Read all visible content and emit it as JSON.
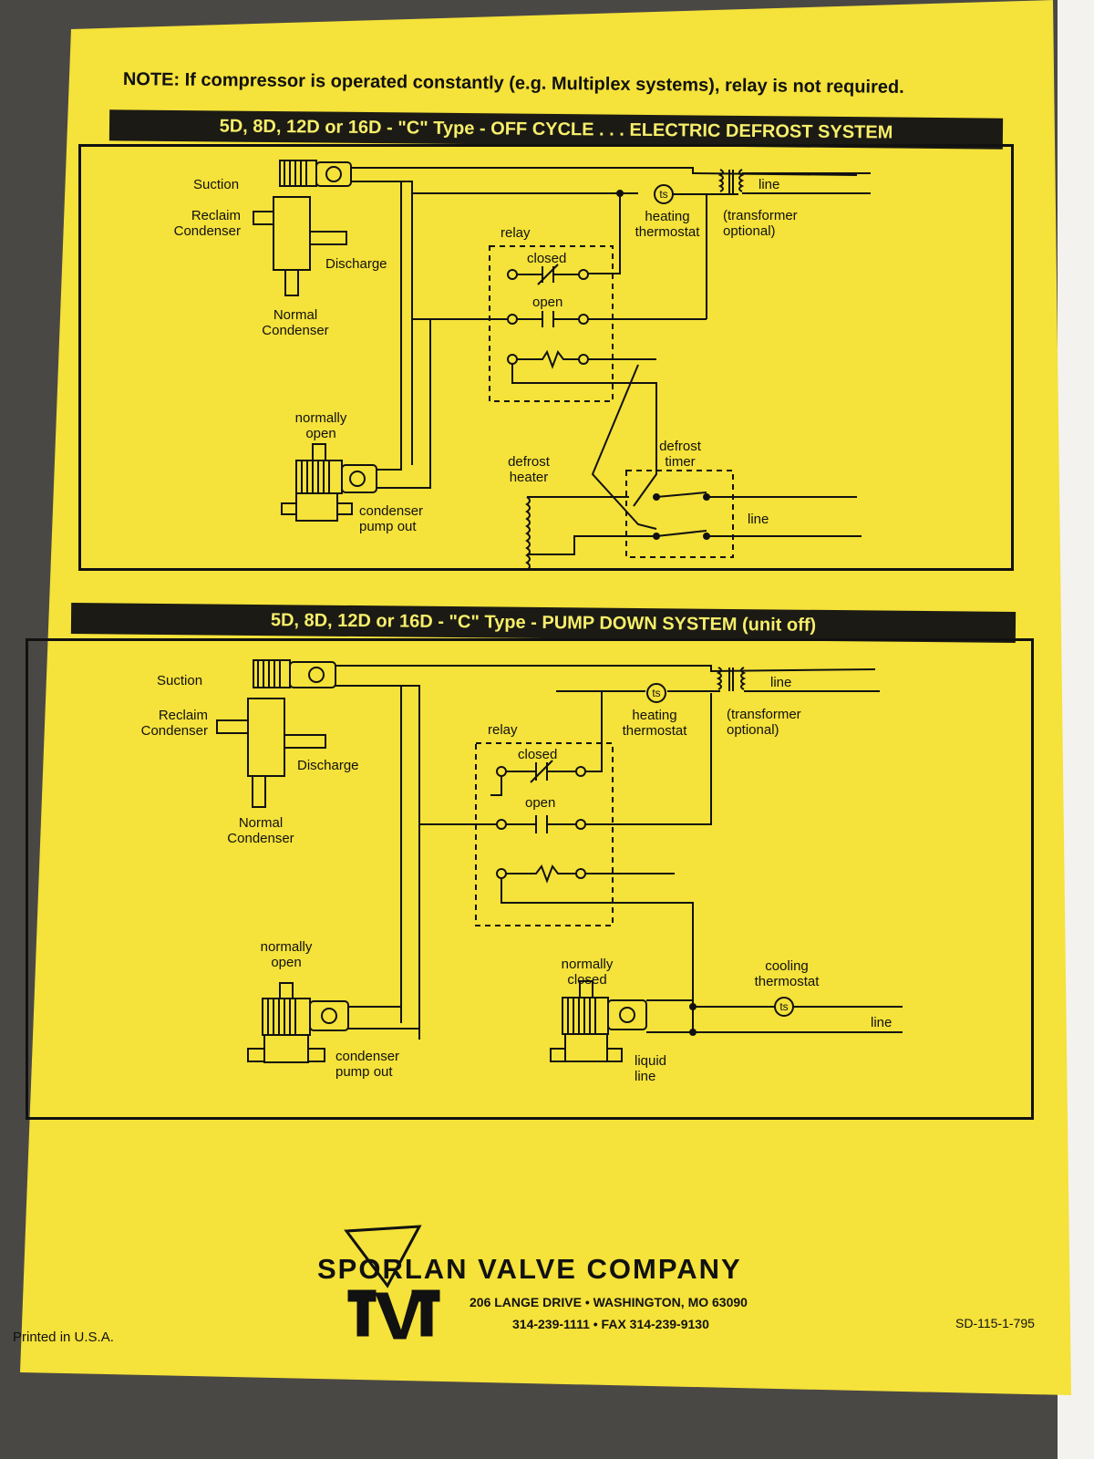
{
  "note": "NOTE: If compressor is operated constantly (e.g. Multiplex systems), relay is not required.",
  "diagram1": {
    "title": "5D, 8D, 12D or 16D - \"C\" Type - OFF CYCLE . . . ELECTRIC DEFROST SYSTEM",
    "suction": "Suction",
    "reclaim": "Reclaim\nCondenser",
    "discharge": "Discharge",
    "normal_condenser": "Normal\nCondenser",
    "normally_open": "normally\nopen",
    "condenser_pump_out": "condenser\npump out",
    "relay": "relay",
    "closed": "closed",
    "open": "open",
    "ts": "ts",
    "heating_thermostat": "heating\nthermostat",
    "transformer": "(transformer\noptional)",
    "line_top": "line",
    "defrost_heater": "defrost\nheater",
    "defrost_timer": "defrost\ntimer",
    "line_bottom": "line"
  },
  "diagram2": {
    "title": "5D, 8D, 12D or 16D - \"C\" Type - PUMP DOWN SYSTEM (unit off)",
    "suction": "Suction",
    "reclaim": "Reclaim\nCondenser",
    "discharge": "Discharge",
    "normal_condenser": "Normal\nCondenser",
    "normally_open": "normally\nopen",
    "condenser_pump_out": "condenser\npump out",
    "relay": "relay",
    "closed": "closed",
    "open": "open",
    "ts_heat": "ts",
    "heating_thermostat": "heating\nthermostat",
    "transformer": "(transformer\noptional)",
    "line_top": "line",
    "normally_closed": "normally\nclosed",
    "liquid_line": "liquid\nline",
    "cooling_thermostat": "cooling\nthermostat",
    "ts_cool": "ts",
    "line_bottom": "line"
  },
  "footer": {
    "company": "SPORLAN VALVE COMPANY",
    "address": "206 LANGE DRIVE • WASHINGTON, MO 63090",
    "phone": "314-239-1111 • FAX 314-239-9130",
    "printed": "Printed in U.S.A.",
    "doc_number": "SD-115-1-795"
  },
  "colors": {
    "paper": "#f5e23a",
    "ink": "#111111",
    "banner_text": "#f7ee6a"
  }
}
